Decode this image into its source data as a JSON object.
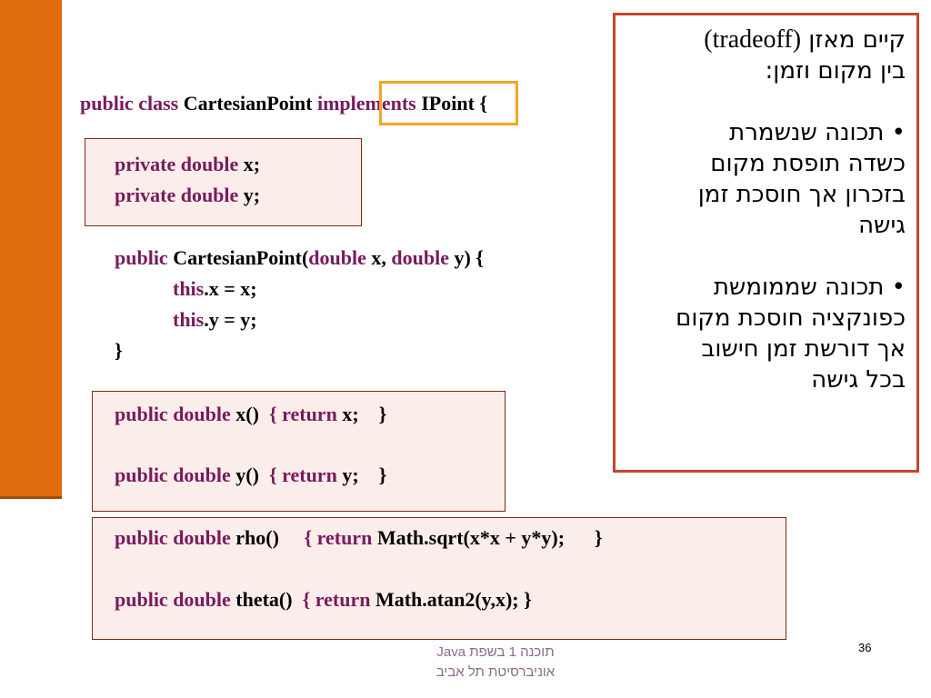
{
  "class_header": {
    "kw1": "public",
    "kw2": "class",
    "name": "CartesianPoint",
    "implements_kw": "implements",
    "interface": "IPoint {"
  },
  "fields": [
    {
      "kw": "private double",
      "rest": "x;"
    },
    {
      "kw": "private double",
      "rest": "y;"
    }
  ],
  "constructor": {
    "kw": "public",
    "sig_name": "CartesianPoint(",
    "p1_kw": "double",
    "p1": "x,",
    "p2_kw": "double",
    "p2": "y) {",
    "line2_kw": "this",
    "line2_rest": ".x = x;",
    "line3_kw": "this",
    "line3_rest": ".y = y;",
    "close": "}"
  },
  "accessors": [
    {
      "kw": "public double",
      "sig": "x()",
      "ret_kw": "{ return",
      "ret": "x;",
      "close": "}"
    },
    {
      "kw": "public double",
      "sig": "y()",
      "ret_kw": "{ return",
      "ret": "y;",
      "close": "}"
    }
  ],
  "computed": [
    {
      "kw": "public double",
      "sig": "rho()",
      "ret_kw": "{ return",
      "ret": "Math.sqrt(x*x + y*y);",
      "close": "}"
    },
    {
      "kw": "public double",
      "sig": "theta()",
      "ret_kw": "{ return",
      "ret": "Math.atan2(y,x);",
      "close": "}"
    }
  ],
  "note": {
    "line1_pre": "קיים מאזן",
    "line1_en": "(tradeoff)",
    "line2": "בין מקום וזמן:",
    "b1_l1": "• תכונה שנשמרת",
    "b1_l2": "כשדה תופסת מקום",
    "b1_l3": "בזכרון אך חוסכת זמן",
    "b1_l4": "גישה",
    "b2_l1": "• תכונה שממומשת",
    "b2_l2": "כפונקציה חוסכת מקום",
    "b2_l3": "אך דורשת זמן חישוב",
    "b2_l4": "בכל גישה"
  },
  "footer": {
    "line1": "תוכנה 1 בשפת Java",
    "line2": "אוניברסיטת תל אביב"
  },
  "page_number": "36",
  "colors": {
    "accent_bar": "#e06c0c",
    "keyword": "#7a1a5e",
    "highlight": "#f6a623",
    "note_border": "#c8462c"
  }
}
